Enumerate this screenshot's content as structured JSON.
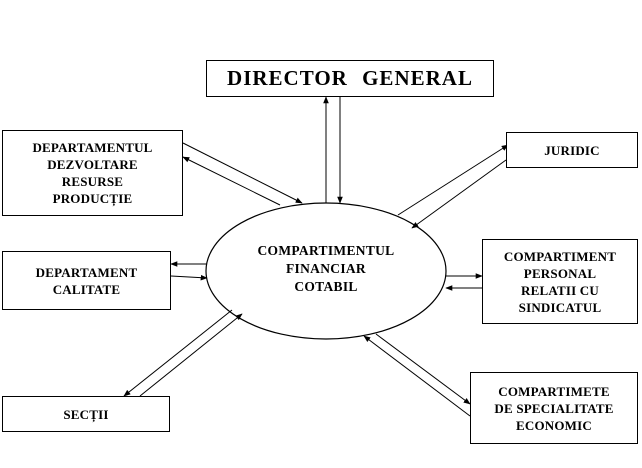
{
  "nodes": {
    "director": "DIRECTOR   GENERAL",
    "center": "COMPARTIMENTUL\nFINANCIAR\nCOTABIL",
    "dezvoltare": "DEPARTAMENTUL\nDEZVOLTARE\nRESURSE\nPRODUCȚIE",
    "juridic": "JURIDIC",
    "calitate": "DEPARTAMENT\nCALITATE",
    "personal": "COMPARTIMENT\nPERSONAL\nRELATII CU\nSINDICATUL",
    "sectii": "SECȚII",
    "specialitate": "COMPARTIMETE\nDE SPECIALITATE\nECONOMIC"
  }
}
